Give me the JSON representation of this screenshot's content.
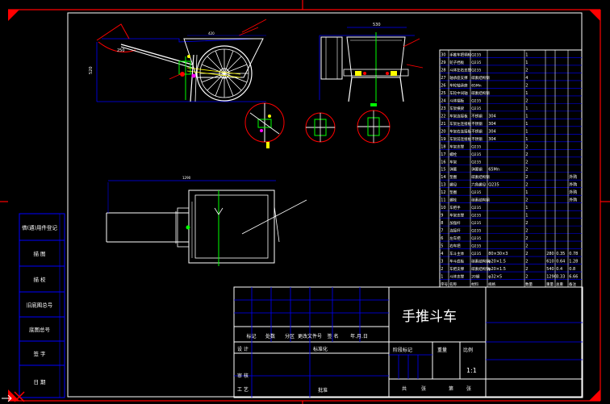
{
  "sheet": {
    "title": "手推斗车",
    "scale_value": "1:1",
    "colors": {
      "border": "#ff0000",
      "frame_lines": "#0000ff",
      "text": "#ffffff",
      "part_lines": "#ffffff",
      "axis": "#00ff00",
      "dimension": "#ff0000",
      "hidden": "#ffff00",
      "accent": "#ff00ff"
    }
  },
  "left_strip": {
    "labels": [
      "借(通)用件登记",
      "描 图",
      "描 校",
      "旧底图总号",
      "底图总号",
      "签 字",
      "日 期"
    ]
  },
  "title_block": {
    "mark_headers": [
      "标记",
      "处数",
      "分区",
      "更改文件号",
      "签 名",
      "年.月.日"
    ],
    "row_design": [
      "设 计",
      "标准化"
    ],
    "row_check": [
      "审 核"
    ],
    "row_process": [
      "工 艺",
      "批准"
    ],
    "stage_mark": "阶段标记",
    "weight": "重量",
    "scale": "比例",
    "sheets": [
      "共",
      "张",
      "第",
      "张"
    ]
  },
  "bom": {
    "footer": [
      "序号",
      "名称",
      "材料",
      "规格",
      "数量",
      "重量",
      "总重",
      "备注"
    ],
    "rows": [
      {
        "no": "30",
        "name": "手推车把柄轮",
        "mat": "Q235",
        "spec": "",
        "qty": "1",
        "w": "",
        "tw": "",
        "note": ""
      },
      {
        "no": "29",
        "name": "轮子挡板",
        "mat": "Q235",
        "spec": "",
        "qty": "1",
        "w": "",
        "tw": "",
        "note": ""
      },
      {
        "no": "28",
        "name": "斗体左右支撑",
        "mat": "Q235",
        "spec": "",
        "qty": "2",
        "w": "",
        "tw": "",
        "note": ""
      },
      {
        "no": "27",
        "name": "轴承座支撑",
        "mat": "碳素结构钢",
        "spec": "",
        "qty": "4",
        "w": "",
        "tw": "",
        "note": ""
      },
      {
        "no": "26",
        "name": "车轮轴承座",
        "mat": "65Mn",
        "spec": "",
        "qty": "2",
        "w": "",
        "tw": "",
        "note": ""
      },
      {
        "no": "25",
        "name": "车轮中间轴",
        "mat": "碳素结构钢",
        "spec": "",
        "qty": "1",
        "w": "",
        "tw": "",
        "note": ""
      },
      {
        "no": "24",
        "name": "斗体端板",
        "mat": "Q235",
        "spec": "",
        "qty": "2",
        "w": "",
        "tw": "",
        "note": ""
      },
      {
        "no": "23",
        "name": "车架横梁",
        "mat": "Q235",
        "spec": "",
        "qty": "1",
        "w": "",
        "tw": "",
        "note": ""
      },
      {
        "no": "22",
        "name": "车架连接板",
        "mat": "不锈钢",
        "spec": "304",
        "qty": "1",
        "w": "",
        "tw": "",
        "note": ""
      },
      {
        "no": "21",
        "name": "车架左连接板",
        "mat": "不锈钢",
        "spec": "304",
        "qty": "1",
        "w": "",
        "tw": "",
        "note": ""
      },
      {
        "no": "20",
        "name": "车架右连接板",
        "mat": "不锈钢",
        "spec": "304",
        "qty": "1",
        "w": "",
        "tw": "",
        "note": ""
      },
      {
        "no": "19",
        "name": "车架前连接板",
        "mat": "不锈钢",
        "spec": "304",
        "qty": "1",
        "w": "",
        "tw": "",
        "note": ""
      },
      {
        "no": "18",
        "name": "车架支撑",
        "mat": "Q235",
        "spec": "",
        "qty": "2",
        "w": "",
        "tw": "",
        "note": ""
      },
      {
        "no": "17",
        "name": "螺栓",
        "mat": "Q235",
        "spec": "",
        "qty": "2",
        "w": "",
        "tw": "",
        "note": ""
      },
      {
        "no": "16",
        "name": "车架",
        "mat": "Q235",
        "spec": "",
        "qty": "2",
        "w": "",
        "tw": "",
        "note": ""
      },
      {
        "no": "15",
        "name": "弹簧",
        "mat": "弹簧钢",
        "spec": "65Mn",
        "qty": "2",
        "w": "",
        "tw": "",
        "note": ""
      },
      {
        "no": "14",
        "name": "垫圈",
        "mat": "碳素结构钢",
        "spec": "",
        "qty": "2",
        "w": "",
        "tw": "",
        "note": "外购"
      },
      {
        "no": "13",
        "name": "螺母",
        "mat": "六角螺母",
        "spec": "Q235",
        "qty": "2",
        "w": "",
        "tw": "",
        "note": "外购"
      },
      {
        "no": "12",
        "name": "垫圈",
        "mat": "Q235",
        "spec": "",
        "qty": "1",
        "w": "",
        "tw": "",
        "note": "外购"
      },
      {
        "no": "11",
        "name": "螺栓",
        "mat": "碳素结构钢",
        "spec": "",
        "qty": "2",
        "w": "",
        "tw": "",
        "note": "外购"
      },
      {
        "no": "10",
        "name": "车把手",
        "mat": "Q235",
        "spec": "",
        "qty": "1",
        "w": "",
        "tw": "",
        "note": ""
      },
      {
        "no": "9",
        "name": "车架支撑",
        "mat": "Q235",
        "spec": "",
        "qty": "1",
        "w": "",
        "tw": "",
        "note": ""
      },
      {
        "no": "8",
        "name": "加强杆",
        "mat": "Q235",
        "spec": "",
        "qty": "2",
        "w": "",
        "tw": "",
        "note": ""
      },
      {
        "no": "7",
        "name": "连接杆",
        "mat": "Q235",
        "spec": "",
        "qty": "2",
        "w": "",
        "tw": "",
        "note": ""
      },
      {
        "no": "6",
        "name": "左车把",
        "mat": "Q235",
        "spec": "",
        "qty": "2",
        "w": "",
        "tw": "",
        "note": ""
      },
      {
        "no": "5",
        "name": "右车把",
        "mat": "Q235",
        "spec": "",
        "qty": "2",
        "w": "",
        "tw": "",
        "note": ""
      },
      {
        "no": "4",
        "name": "车斗主体",
        "mat": "Q235",
        "spec": "80×30×3",
        "qty": "2",
        "w": "280",
        "tw": "0.35",
        "note": "0.78"
      },
      {
        "no": "3",
        "name": "车斗底板",
        "mat": "碳素结构钢",
        "spec": "φ20×1.5",
        "qty": "2",
        "w": "610",
        "tw": "0.64",
        "note": "1.28"
      },
      {
        "no": "2",
        "name": "车把支撑",
        "mat": "碳素结构钢",
        "spec": "φ20×1.5",
        "qty": "2",
        "w": "540",
        "tw": "0.4",
        "note": "0.8"
      },
      {
        "no": "1",
        "name": "斗体支撑",
        "mat": "20钢",
        "spec": "φ32×5",
        "qty": "2",
        "w": "1290",
        "tw": "3.33",
        "note": "6.66"
      }
    ]
  }
}
